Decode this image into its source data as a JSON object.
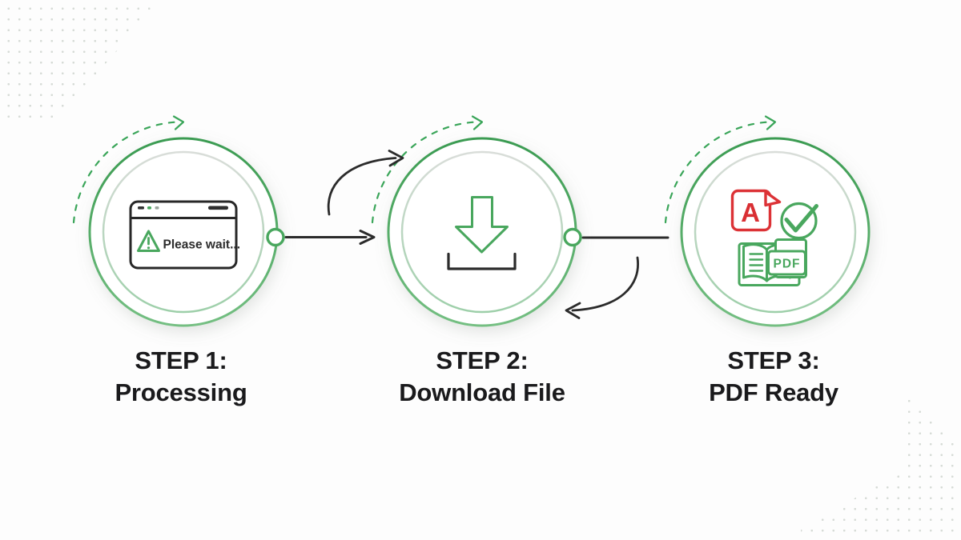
{
  "infographic": {
    "background": "#fdfdfd",
    "steps": [
      {
        "title": "STEP 1:",
        "subtitle": "Processing",
        "icon": "browser-window-please-wait-icon"
      },
      {
        "title": "STEP 2:",
        "subtitle": "Download File",
        "icon": "download-arrow-icon"
      },
      {
        "title": "STEP 3:",
        "subtitle": "PDF Ready",
        "icon": "pdf-document-set-icon"
      }
    ],
    "browser_window": {
      "message": "Please wait..."
    },
    "pdf_file": {
      "letter": "A",
      "badge": "PDF"
    },
    "colors": {
      "ring_green_top": "#3a9b51",
      "ring_green_bottom": "#74bf82",
      "inner_ring_top": "#d9ddd9",
      "inner_ring_bottom": "#9dcfa9",
      "icon_green": "#49a75e",
      "accent_red": "#dc3236",
      "connector_ink": "#2b2b2b",
      "label_text": "#1a1a1c",
      "dot_gray": "#d6dbd6"
    }
  }
}
